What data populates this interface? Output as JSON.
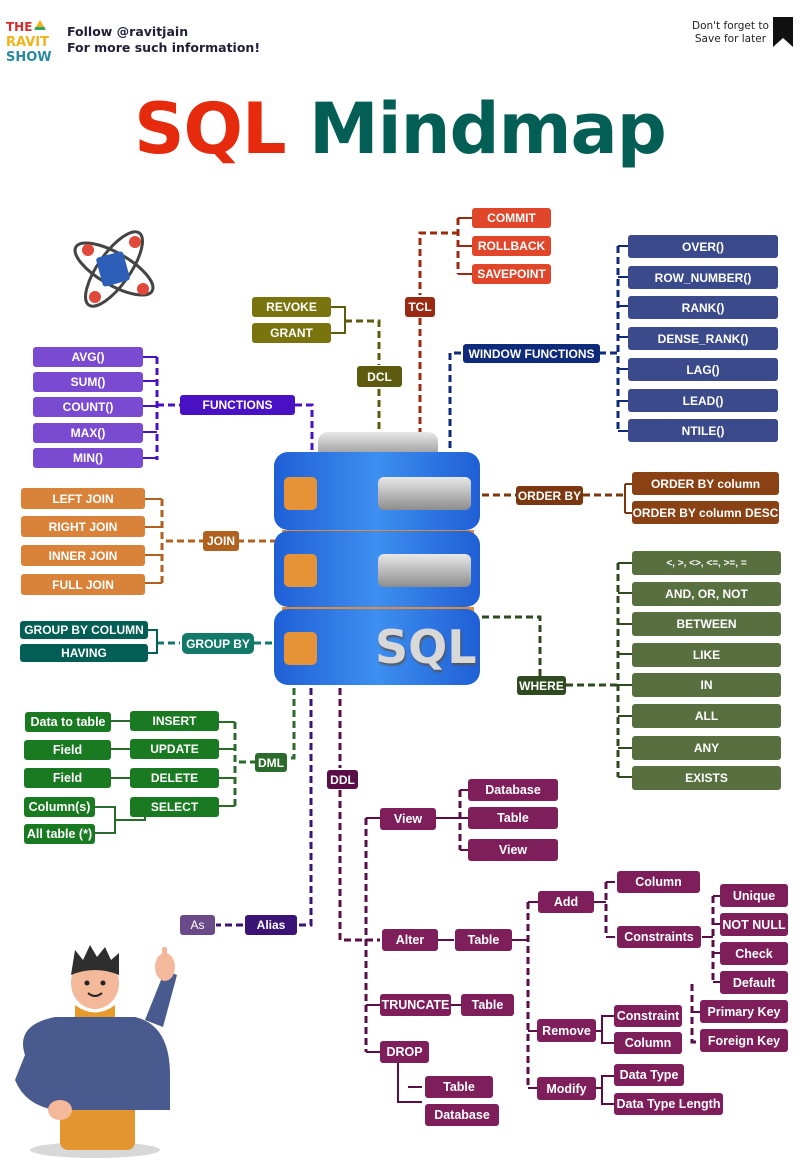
{
  "header": {
    "logo": [
      "THE",
      "RAVIT",
      "SHOW"
    ],
    "follow_line1": "Follow @ravitjain",
    "follow_line2": "For more such information!",
    "save_line1": "Don't forget to",
    "save_line2": "Save for later",
    "save_icon": "bookmark-icon"
  },
  "title": {
    "part1": "SQL",
    "part2": "Mindmap"
  },
  "center": {
    "label": "SQL",
    "icon": "database-icon"
  },
  "colors": {
    "functions": "#4a10c4",
    "functions_items": "#7a4bd1",
    "dcl": "#5e5a0f",
    "dcl_items": "#7a740f",
    "tcl": "#9b2a12",
    "tcl_items": "#e0462a",
    "window": "#0e2a7a",
    "window_items": "#3a4a8a",
    "join": "#b0601f",
    "join_items": "#d9833a",
    "groupby": "#137a6a",
    "groupby_items": "#035f55",
    "orderby": "#7b3810",
    "orderby_items": "#8a4215",
    "where": "#304a20",
    "where_items": "#587040",
    "dml": "#2a6a2a",
    "dml_items": "#1a7a22",
    "ddl": "#5a0e48",
    "ddl_items": "#7e1e5a",
    "alias": "#3a1375",
    "as": "#6b4a8a"
  },
  "branches": {
    "functions": {
      "label": "FUNCTIONS",
      "items": [
        "AVG()",
        "SUM()",
        "COUNT()",
        "MAX()",
        "MIN()"
      ]
    },
    "dcl": {
      "label": "DCL",
      "items": [
        "REVOKE",
        "GRANT"
      ]
    },
    "tcl": {
      "label": "TCL",
      "items": [
        "COMMIT",
        "ROLLBACK",
        "SAVEPOINT"
      ]
    },
    "window_functions": {
      "label": "WINDOW FUNCTIONS",
      "items": [
        "OVER()",
        "ROW_NUMBER()",
        "RANK()",
        "DENSE_RANK()",
        "LAG()",
        "LEAD()",
        "NTILE()"
      ]
    },
    "join": {
      "label": "JOIN",
      "items": [
        "LEFT JOIN",
        "RIGHT JOIN",
        "INNER JOIN",
        "FULL JOIN"
      ]
    },
    "group_by": {
      "label": "GROUP BY",
      "items": [
        "GROUP BY COLUMN",
        "HAVING"
      ]
    },
    "order_by": {
      "label": "ORDER BY",
      "items": [
        "ORDER BY column",
        "ORDER BY column DESC"
      ]
    },
    "where": {
      "label": "WHERE",
      "items": [
        "<, >, <>, <=, >=, =",
        "AND, OR, NOT",
        "BETWEEN",
        "LIKE",
        "IN",
        "ALL",
        "ANY",
        "EXISTS"
      ]
    },
    "dml": {
      "label": "DML",
      "items": [
        {
          "label": "INSERT",
          "detail": [
            "Data to table"
          ]
        },
        {
          "label": "UPDATE",
          "detail": [
            "Field"
          ]
        },
        {
          "label": "DELETE",
          "detail": [
            "Field"
          ]
        },
        {
          "label": "SELECT",
          "detail": [
            "Column(s)",
            "All table (*)"
          ]
        }
      ]
    },
    "alias": {
      "label": "Alias",
      "items": [
        "As"
      ]
    },
    "ddl": {
      "label": "DDL",
      "view": {
        "label": "View",
        "items": [
          "Database",
          "Table",
          "View"
        ]
      },
      "alter": {
        "label": "Alter",
        "table": "Table",
        "add": {
          "label": "Add",
          "column": "Column",
          "constraints": {
            "label": "Constraints",
            "items": [
              "Unique",
              "NOT NULL",
              "Check",
              "Default",
              "Primary Key",
              "Foreign Key"
            ]
          }
        },
        "remove": {
          "label": "Remove",
          "items": [
            "Constraint",
            "Column"
          ]
        },
        "modify": {
          "label": "Modify",
          "items": [
            "Data Type",
            "Data Type Length"
          ]
        }
      },
      "truncate": {
        "label": "TRUNCATE",
        "items": [
          "Table"
        ]
      },
      "drop": {
        "label": "DROP",
        "items": [
          "Table",
          "Database"
        ]
      }
    }
  }
}
